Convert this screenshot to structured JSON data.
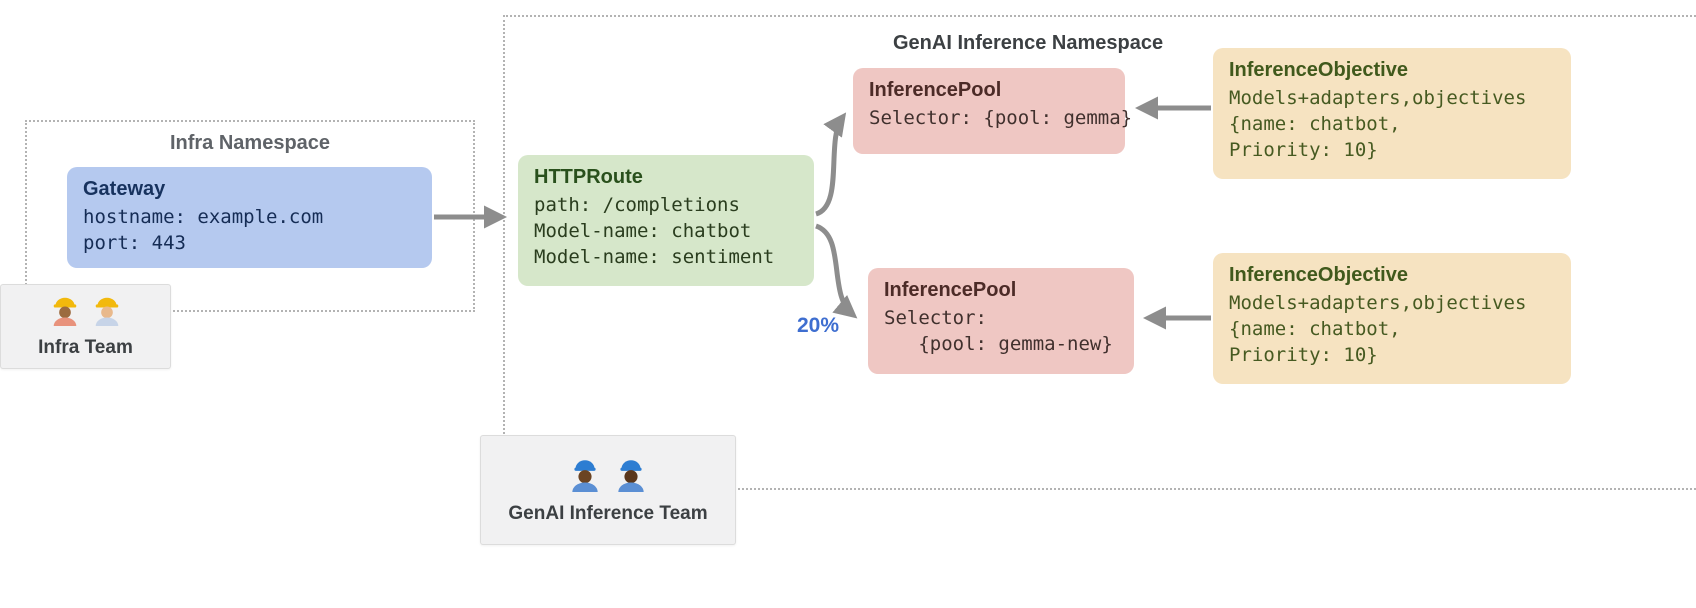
{
  "diagram": {
    "infra_namespace": {
      "title": "Infra Namespace",
      "gateway": {
        "title": "Gateway",
        "lines": [
          "hostname: example.com",
          "port: 443"
        ]
      }
    },
    "infra_team": {
      "label": "Infra Team",
      "icons": [
        "construction-worker-icon",
        "construction-worker-icon"
      ]
    },
    "genai_namespace": {
      "title": "GenAI Inference Namespace",
      "httproute": {
        "title": "HTTPRoute",
        "lines": [
          "path: /completions",
          "Model-name: chatbot",
          "Model-name: sentiment"
        ]
      },
      "inference_pool_top": {
        "title": "InferencePool",
        "lines": [
          "Selector: {pool: gemma}"
        ]
      },
      "inference_pool_bottom": {
        "title": "InferencePool",
        "lines": [
          "Selector:",
          "   {pool: gemma-new}"
        ]
      },
      "inference_objective_top": {
        "title": "InferenceObjective",
        "lines": [
          "Models+adapters,objectives",
          "{name: chatbot,",
          "Priority: 10}"
        ]
      },
      "inference_objective_bottom": {
        "title": "InferenceObjective",
        "lines": [
          "Models+adapters,objectives",
          "{name: chatbot,",
          "Priority: 10}"
        ]
      },
      "traffic_split_label": "20%"
    },
    "genai_team": {
      "label": "GenAI Inference Team",
      "icons": [
        "mechanic-icon",
        "mechanic-icon"
      ]
    },
    "colors": {
      "gateway_bg": "#b5c9ef",
      "httproute_bg": "#d6e7ca",
      "inference_pool_bg": "#efc7c3",
      "inference_objective_bg": "#f6e3c1",
      "team_bg": "#f1f1f2",
      "arrow": "#8d8d8d",
      "split_label": "#3e6ed0",
      "namespace_border": "#b3b3b3"
    }
  }
}
